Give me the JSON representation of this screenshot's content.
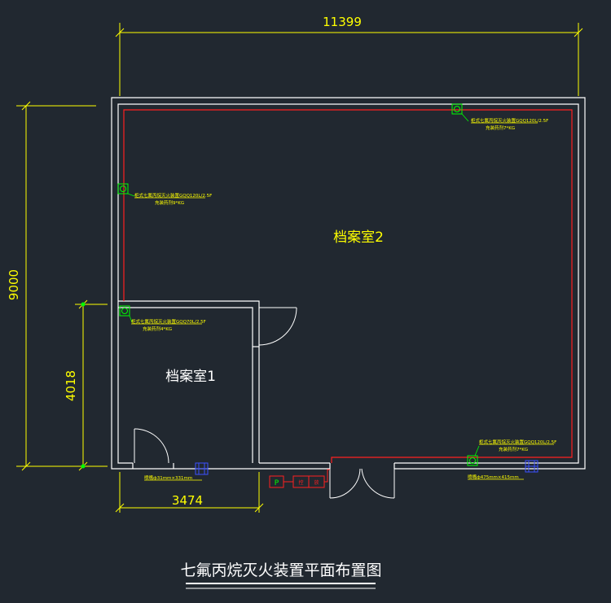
{
  "colors": {
    "background": "#212830",
    "wall": "#ffffff",
    "dimension": "#ffff00",
    "pipe": "#ff2020",
    "device": "#00ff00",
    "nozzle": "#3a50ff"
  },
  "dimensions": {
    "overall_width": "11399",
    "overall_depth": "9000",
    "room1_depth": "4018",
    "room1_width": "3474"
  },
  "rooms": {
    "room1": "档案室1",
    "room2": "档案室2"
  },
  "devices": {
    "top_right": {
      "line1": "柜式七氟丙烷灭火装置GQQ120L/2.5F",
      "line2": "充装药剂7*KG"
    },
    "left_mid": {
      "line1": "柜式七氟丙烷灭火装置GQQ120L/2.5F",
      "line2": "充装药剂9*KG"
    },
    "room1": {
      "line1": "柜式七氟丙烷灭火装置GQQ70L/2.5F",
      "line2": "充装药剂4*KG"
    },
    "bottom_right": {
      "line1": "柜式七氟丙烷灭火装置GQQ120L/2.5F",
      "line2": "充装药剂7*KG"
    }
  },
  "nozzles": {
    "room1": "喷嘴ф31mm×331mm",
    "room2": "喷嘴ф475mm×415mm"
  },
  "panel": {
    "p_label": "P",
    "unit1": "控",
    "unit2": "放"
  },
  "title": "七氟丙烷灭火装置平面布置图"
}
